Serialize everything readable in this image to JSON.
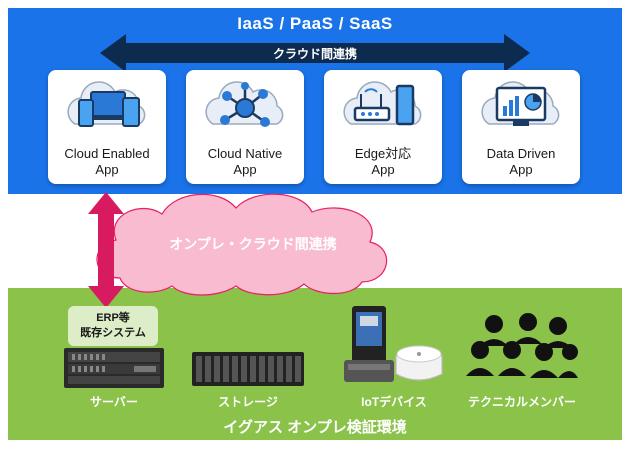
{
  "cloud": {
    "title": "IaaS / PaaS / SaaS",
    "link_label": "クラウド間連携",
    "apps": [
      {
        "line1": "Cloud Enabled",
        "line2": "App",
        "icon": "devices-icon"
      },
      {
        "line1": "Cloud Native",
        "line2": "App",
        "icon": "network-nodes-icon"
      },
      {
        "line1": "Edge対応",
        "line2": "App",
        "icon": "router-phone-icon"
      },
      {
        "line1": "Data Driven",
        "line2": "App",
        "icon": "analytics-monitor-icon"
      }
    ]
  },
  "hybrid_link_label": "オンプレ・クラウド間連携",
  "onprem": {
    "title": "イグアス オンプレ検証環境",
    "erp_line1": "ERP等",
    "erp_line2": "既存システム",
    "items": [
      "サーバー",
      "ストレージ",
      "IoTデバイス",
      "テクニカルメンバー"
    ]
  },
  "colors": {
    "cloud_bg": "#1a73e8",
    "onprem_bg": "#8bc34a",
    "arrow": "#0d2b4e",
    "hybrid_arrow": "#d81b60",
    "hybrid_cloud": "#f8bbd0"
  }
}
